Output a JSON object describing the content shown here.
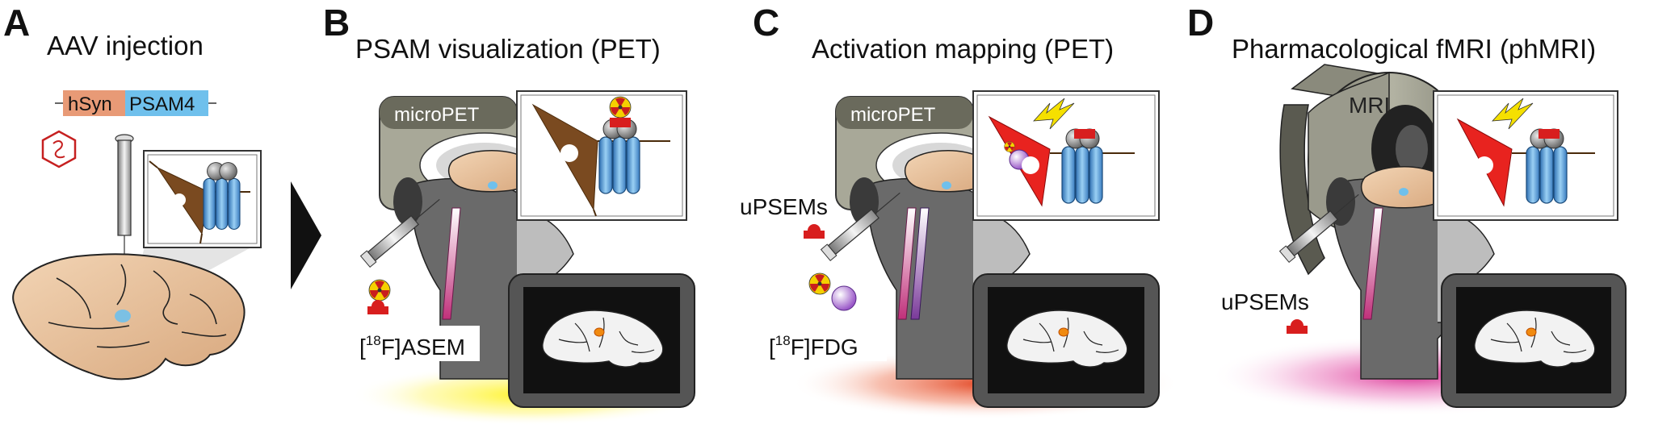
{
  "panels": {
    "a": {
      "letter": "A",
      "title": "AAV injection",
      "construct": {
        "promoter": "hSyn",
        "receptor": "PSAM4"
      }
    },
    "b": {
      "letter": "B",
      "title": "PSAM visualization (PET)",
      "scanner": "microPET",
      "tracer_prefix": "[",
      "tracer_sup": "18",
      "tracer_suffix": "F]ASEM"
    },
    "c": {
      "letter": "C",
      "title": "Activation mapping (PET)",
      "scanner": "microPET",
      "ligand": "uPSEMs",
      "tracer_prefix": "[",
      "tracer_sup": "18",
      "tracer_suffix": "F]FDG"
    },
    "d": {
      "letter": "D",
      "title": "Pharmacological fMRI (phMRI)",
      "scanner": "MRI",
      "ligand": "uPSEMs"
    }
  },
  "colors": {
    "promoter_box": "#e89a76",
    "receptor_box": "#6fc0ec",
    "neuron": "#7a4a20",
    "neuron_active": "#e8231f",
    "receptor": "#4a90d0",
    "glow_b": "#ffef3a",
    "glow_c": "#e8502a",
    "glow_d": "#e040a0",
    "scanner": "#a8a898",
    "ligand": "#d81e1e",
    "brain": "#e9c3a0"
  },
  "icons": [
    "hexagon-molecule-icon",
    "syringe-icon",
    "radioactive-icon",
    "lightning-icon",
    "fdg-sphere-icon"
  ]
}
